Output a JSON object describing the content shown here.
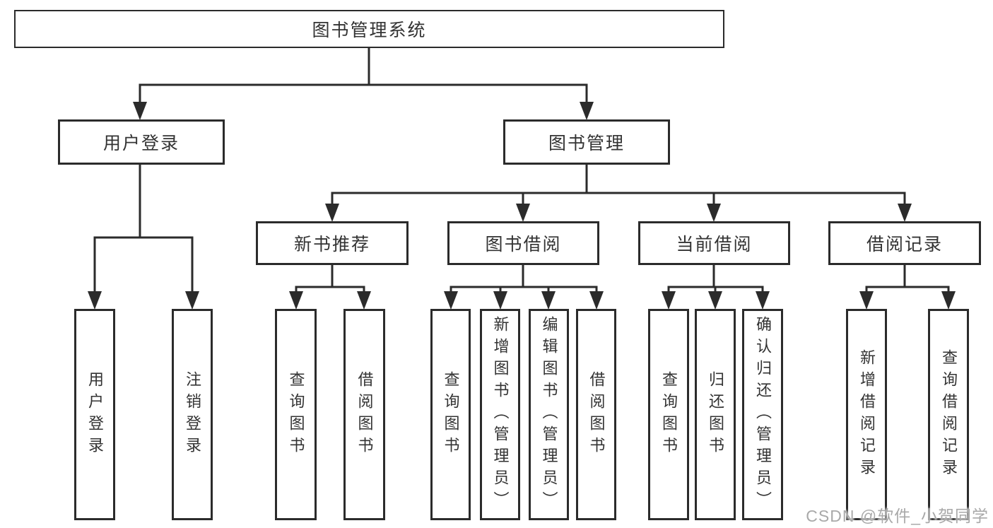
{
  "nodes": {
    "root": "图书管理系统",
    "level2": [
      "用户登录",
      "图书管理"
    ],
    "level3": [
      "新书推荐",
      "图书借阅",
      "当前借阅",
      "借阅记录"
    ],
    "leaves": {
      "user_login": [
        "用户登录",
        "注销登录"
      ],
      "new_book": [
        "查询图书",
        "借阅图书"
      ],
      "book_borrow": [
        "查询图书",
        "新增图书（管理员）",
        "编辑图书（管理员）",
        "借阅图书"
      ],
      "current_borrow": [
        "查询图书",
        "归还图书",
        "确认归还（管理员）"
      ],
      "borrow_records": [
        "新增借阅记录",
        "查询借阅记录"
      ]
    }
  },
  "watermark": "CSDN @软件_小贺同学",
  "colors": {
    "line": "#2b2b2b",
    "text": "#333333",
    "background": "#ffffff",
    "watermark": "#a9a9a9"
  }
}
